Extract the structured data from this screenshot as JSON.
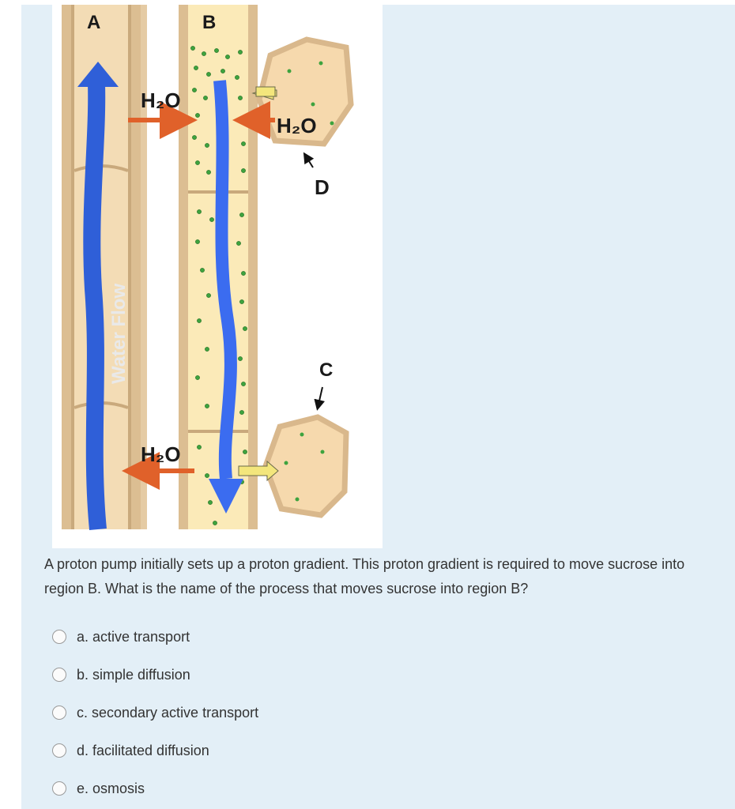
{
  "figure": {
    "label_a": "A",
    "label_b": "B",
    "label_c": "C",
    "label_d": "D",
    "h2o_top_left": "H₂O",
    "h2o_top_right": "H₂O",
    "h2o_bottom": "H₂O",
    "water_flow": "Water Flow",
    "colors": {
      "xylem_blue": "#2f5fd8",
      "phloem_blue": "#3b6cf0",
      "water_arrow": "#e0612a",
      "sucrose_arrow": "#f3e67c",
      "sucrose_dot": "#3ea33e",
      "cell_fill": "#f6d9ad",
      "wall": "#d9b88c"
    }
  },
  "question": {
    "text": "A proton pump initially sets up a proton gradient. This proton gradient is required to move sucrose into region B. What is the name of the process that moves sucrose into region B?"
  },
  "options": [
    {
      "label": "a. active transport"
    },
    {
      "label": "b. simple diffusion"
    },
    {
      "label": "c. secondary active transport"
    },
    {
      "label": "d. facilitated diffusion"
    },
    {
      "label": "e. osmosis"
    }
  ]
}
